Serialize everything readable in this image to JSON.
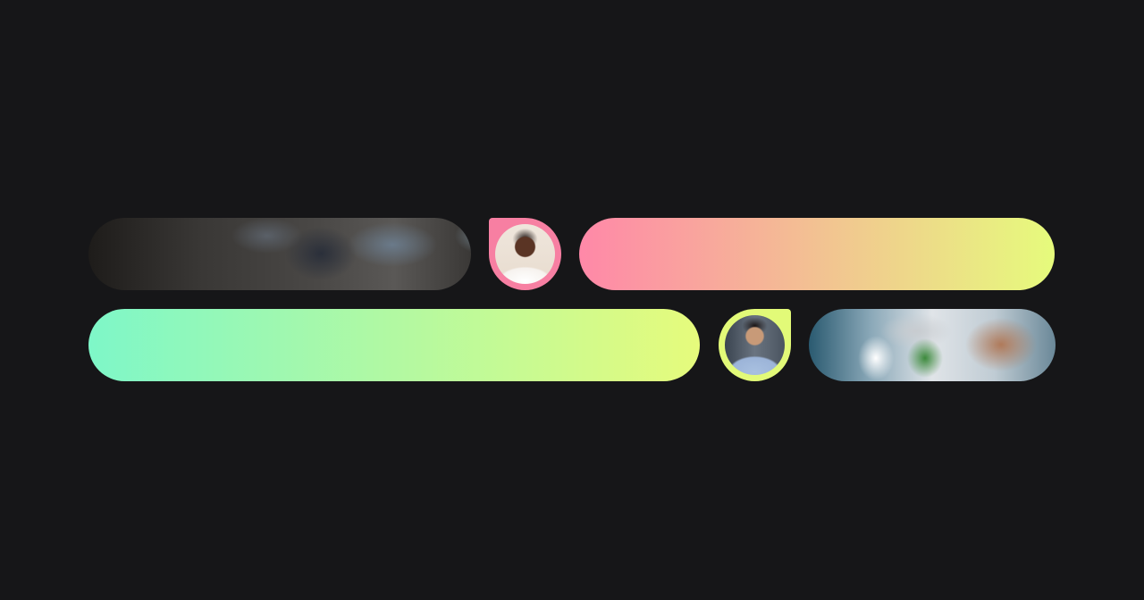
{
  "colors": {
    "background": "#161618",
    "pink": "#ff88a8",
    "lime": "#e6fb7c",
    "mint": "#7ef7c8",
    "avatar_frame_pink": "#f77fa2",
    "avatar_frame_lime": "#e2fa78"
  },
  "images": [
    {
      "name": "team-working-on-laptops-photo"
    },
    {
      "name": "smiling-woman-avatar"
    },
    {
      "name": "man-with-glasses-avatar"
    },
    {
      "name": "desk-with-coffee-plant-laptop-photo"
    }
  ]
}
